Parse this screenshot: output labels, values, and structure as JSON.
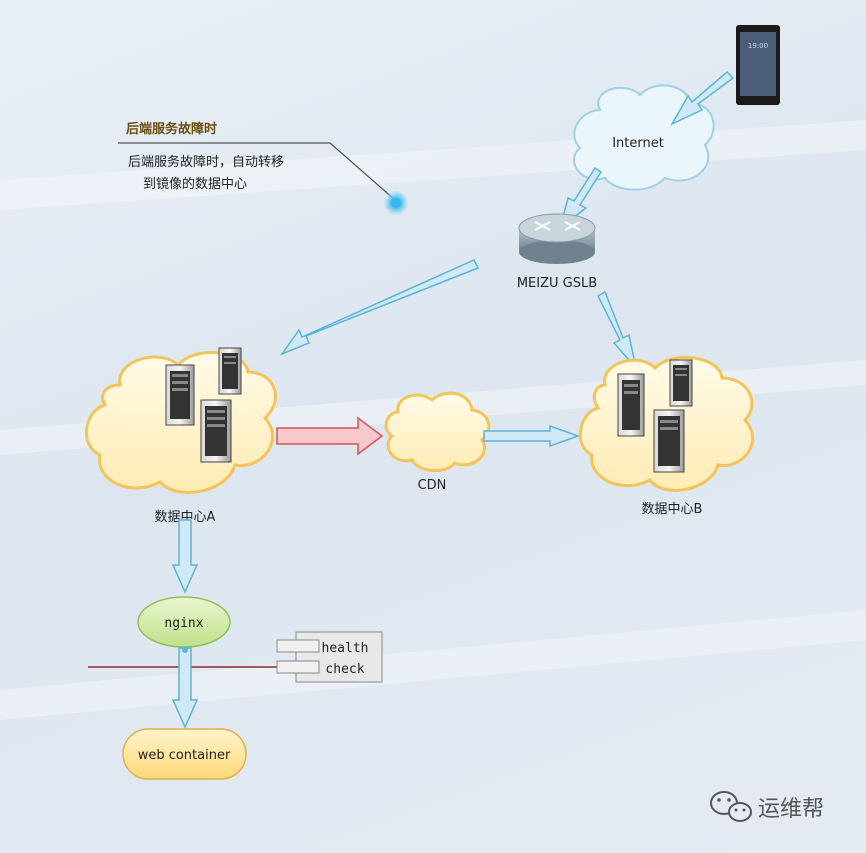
{
  "note": {
    "title": "后端服务故障时",
    "line1": "后端服务故障时，自动转移",
    "line2": "到镜像的数据中心"
  },
  "nodes": {
    "internet": "Internet",
    "gslb": "MEIZU GSLB",
    "cdn": "CDN",
    "dc_a": "数据中心A",
    "dc_b": "数据中心B",
    "nginx": "nginx",
    "health_line1": "health",
    "health_line2": "check",
    "web": "web container"
  },
  "watermark": "运维帮",
  "colors": {
    "arrow_fill": "#cfeaf6",
    "arrow_stroke": "#5bb3d8",
    "red_arrow_fill": "#f7c9cc",
    "red_arrow_stroke": "#d9534f",
    "yellow_cloud": "#fff2c8",
    "yellow_cloud_stroke": "#f2c45a",
    "blue_cloud": "#e8f4fa",
    "nginx_fill": "#d7edb0",
    "web_fill": "#ffe8a8"
  }
}
